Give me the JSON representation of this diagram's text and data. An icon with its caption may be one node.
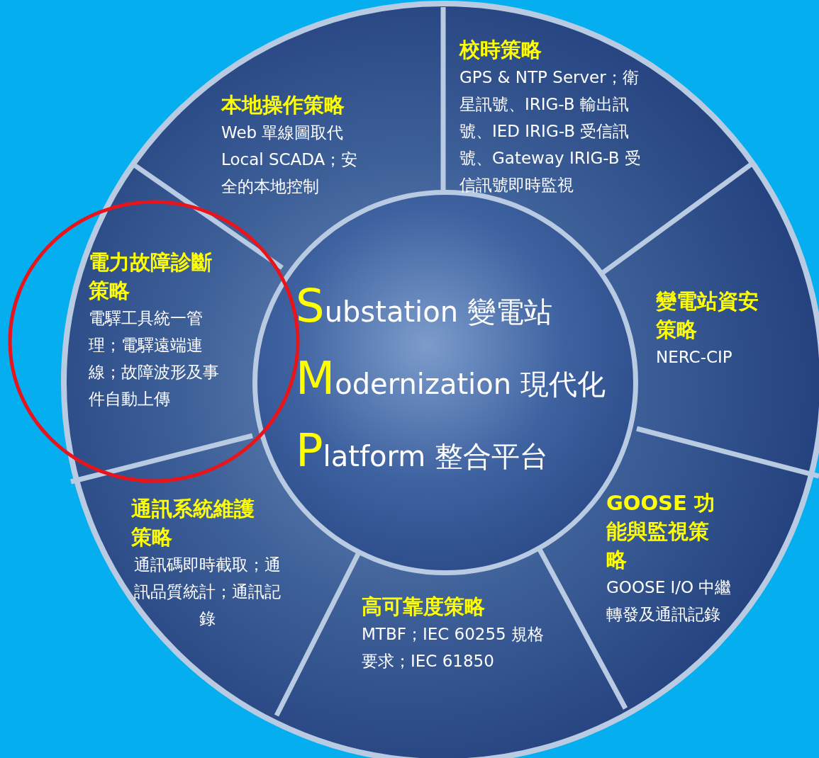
{
  "diagram": {
    "nodes": [
      {
        "text": [
          "Substation 變電站",
          "Modernization 現代化",
          "Platform 整合平台"
        ]
      },
      {
        "text": [
          "本地操作策略",
          "Web 單線圖取代 Local SCADA；安全的本地控制"
        ]
      },
      {
        "text": [
          "校時策略",
          "GPS & NTP Server；衛星訊號、IRIG-B 輸出訊號、IED IRIG-B 受信訊號、Gateway IRIG-B 受信訊號即時監視"
        ]
      },
      {
        "text": [
          "變電站資安策略",
          "NERC-CIP"
        ]
      },
      {
        "text": [
          "GOOSE 功能與監視策略",
          "GOOSE I/O 中繼轉發及通訊記錄"
        ]
      },
      {
        "text": [
          "高可靠度策略",
          "MTBF；IEC 60255 規格要求；IEC 61850"
        ]
      },
      {
        "text": [
          "通訊系統維護策略",
          "通訊碼即時截取；通訊品質統計；通訊記錄"
        ]
      },
      {
        "text": [
          "電力故障診斷策略",
          "電驛工具統一管理；電驛遠端連線；故障波形及事件自動上傳"
        ]
      }
    ]
  }
}
